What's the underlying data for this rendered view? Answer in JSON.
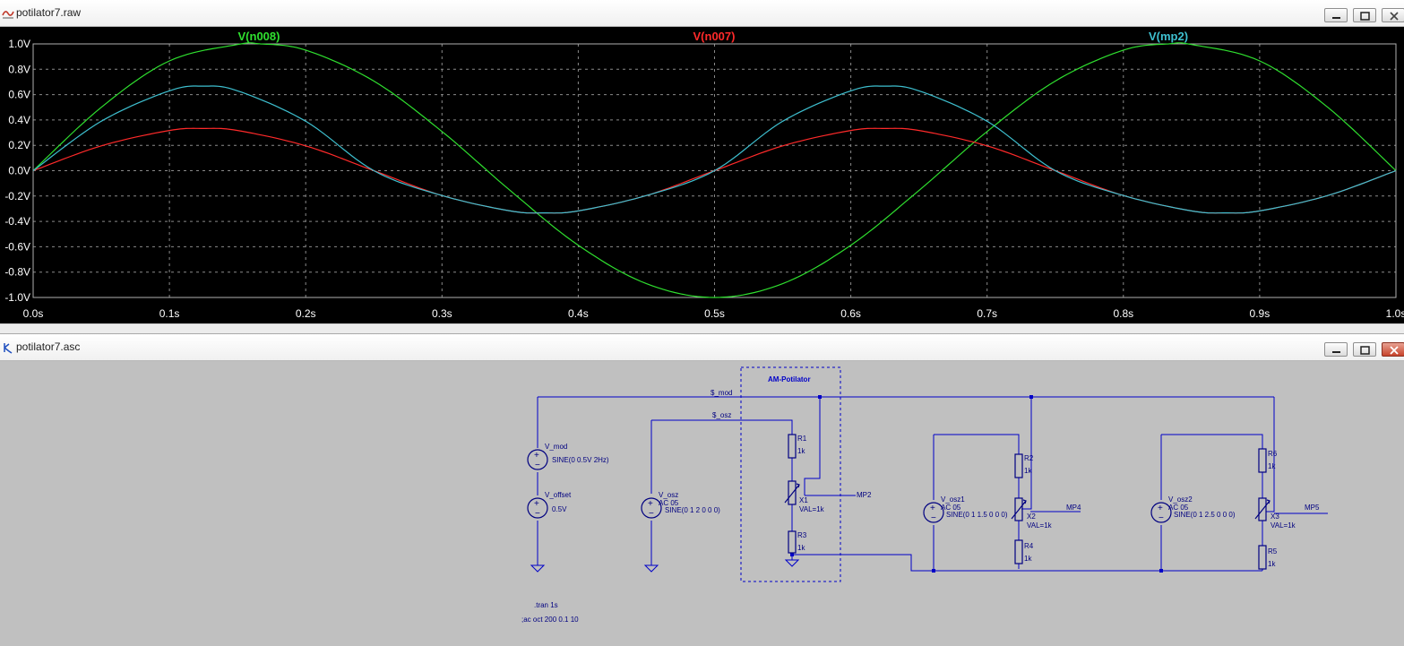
{
  "plot_window": {
    "title": "potilator7.raw",
    "traces": [
      {
        "name": "V(n008)",
        "color": "#2fe02f"
      },
      {
        "name": "V(n007)",
        "color": "#ff2a2a"
      },
      {
        "name": "V(mp2)",
        "color": "#3ec0d0"
      }
    ]
  },
  "chart_data": {
    "type": "line",
    "xlabel": "",
    "ylabel": "",
    "xlim": [
      0,
      1
    ],
    "ylim": [
      -1,
      1
    ],
    "x_ticks": [
      "0.0s",
      "0.1s",
      "0.2s",
      "0.3s",
      "0.4s",
      "0.5s",
      "0.6s",
      "0.7s",
      "0.8s",
      "0.9s",
      "1.0s"
    ],
    "y_ticks": [
      "1.0V",
      "0.8V",
      "0.6V",
      "0.4V",
      "0.2V",
      "0.0V",
      "-0.2V",
      "-0.4V",
      "-0.6V",
      "-0.8V",
      "-1.0V"
    ],
    "grid": true,
    "legend": "top",
    "series": [
      {
        "name": "V(n008)",
        "color": "#2fe02f",
        "x": [
          0,
          0.05,
          0.1,
          0.15,
          0.1667,
          0.2,
          0.25,
          0.3,
          0.35,
          0.4,
          0.45,
          0.5,
          0.55,
          0.6,
          0.65,
          0.7,
          0.75,
          0.8,
          0.8333,
          0.85,
          0.9,
          0.95,
          1.0
        ],
        "y": [
          0,
          0.5,
          0.866,
          0.995,
          1.0,
          0.951,
          0.707,
          0.309,
          -0.156,
          -0.588,
          -0.891,
          -1.0,
          -0.891,
          -0.588,
          -0.156,
          0.309,
          0.707,
          0.951,
          1.0,
          0.995,
          0.866,
          0.5,
          0
        ]
      },
      {
        "name": "V(n007)",
        "color": "#ff2a2a",
        "x": [
          0,
          0.05,
          0.1,
          0.125,
          0.15,
          0.2,
          0.25,
          0.3,
          0.35,
          0.375,
          0.4,
          0.45,
          0.5,
          0.55,
          0.6,
          0.625,
          0.65,
          0.7,
          0.75,
          0.8,
          0.85,
          0.875,
          0.9,
          0.95,
          1.0
        ],
        "y": [
          0,
          0.196,
          0.317,
          0.333,
          0.317,
          0.196,
          0,
          -0.196,
          -0.317,
          -0.333,
          -0.317,
          -0.196,
          0,
          0.196,
          0.317,
          0.333,
          0.317,
          0.196,
          0,
          -0.196,
          -0.317,
          -0.333,
          -0.317,
          -0.196,
          0
        ]
      },
      {
        "name": "V(mp2)",
        "color": "#3ec0d0",
        "x": [
          0,
          0.05,
          0.1,
          0.125,
          0.15,
          0.2,
          0.25,
          0.3,
          0.35,
          0.375,
          0.4,
          0.45,
          0.5,
          0.55,
          0.6,
          0.625,
          0.65,
          0.7,
          0.75,
          0.8,
          0.85,
          0.875,
          0.9,
          0.95,
          1.0
        ],
        "y": [
          0,
          0.39,
          0.63,
          0.667,
          0.63,
          0.39,
          0,
          -0.196,
          -0.317,
          -0.333,
          -0.317,
          -0.196,
          0,
          0.39,
          0.63,
          0.667,
          0.63,
          0.39,
          0,
          -0.196,
          -0.317,
          -0.333,
          -0.317,
          -0.196,
          0
        ]
      }
    ]
  },
  "schematic_window": {
    "title": "potilator7.asc",
    "labels": {
      "group": "AM-Potilator",
      "net_mod": "$_mod",
      "net_osz": "$_osz",
      "v_mod": "V_mod",
      "v_mod_val": "SINE(0 0.5V 2Hz)",
      "v_offset": "V_offset",
      "v_offset_val": "0.5V",
      "v_osz": "V_osz",
      "v_osz_ac": "AC 05",
      "v_osz_val": "SINE(0 1 2 0 0 0)",
      "r1": "R1",
      "r1_val": "1k",
      "x1": "X1",
      "x1_val": "VAL=1k",
      "mp2": "MP2",
      "r3": "R3",
      "r3_val": "1k",
      "v_osz1": "V_osz1",
      "v_osz1_ac": "AC 05",
      "v_osz1_val": "SINE(0 1 1.5 0 0 0)",
      "r2": "R2",
      "r2_val": "1k",
      "x2": "X2",
      "x2_val": "VAL=1k",
      "mp4": "MP4",
      "r4": "R4",
      "r4_val": "1k",
      "v_osz2": "V_osz2",
      "v_osz2_ac": "AC 05",
      "v_osz2_val": "SINE(0 1 2.5 0 0 0)",
      "r6": "R6",
      "r6_val": "1k",
      "x3": "X3",
      "x3_val": "VAL=1k",
      "mp5": "MP5",
      "r5": "R5",
      "r5_val": "1k",
      "directive_tran": ".tran 1s",
      "directive_ac": ";ac oct 200 0.1 10"
    }
  },
  "colors": {
    "plot_bg": "#000000",
    "grid": "#8a8a8a",
    "axis_text": "#ffffff",
    "wire": "#0000c8",
    "component": "#000080",
    "schematic_bg": "#c0c0c0",
    "dashed_box": "#0000c8"
  }
}
